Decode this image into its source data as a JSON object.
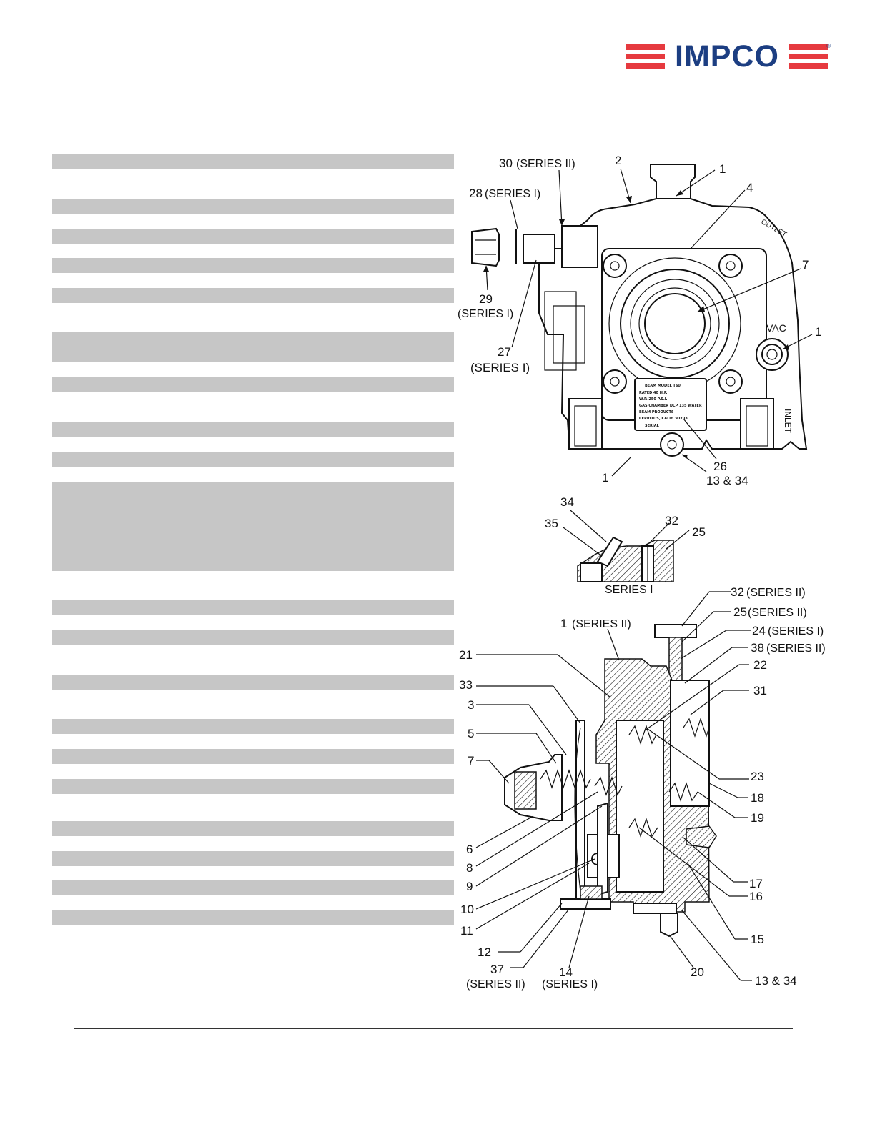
{
  "brand": {
    "logo_text": "IMPCO",
    "registered_mark": "®",
    "accent_color": "#e63a3f",
    "brand_color": "#1c3e82"
  },
  "parts_table": {
    "row_fill": "#c6c6c6",
    "row_count": 20
  },
  "figure": {
    "callouts": {
      "c30_top": "30",
      "c30_top_sub": "(SERIES II)",
      "c2": "2",
      "c1_top": "1",
      "c4": "4",
      "c28": "28",
      "c28_sub": "(SERIES I)",
      "c7_top": "7",
      "c1_right": "1",
      "vac": "VAC",
      "inlet": "INLET",
      "c29": "29",
      "c29_sub": "(SERIES I)",
      "c27": "27",
      "c27_sub": "(SERIES I)",
      "c26": "26",
      "c1_bottom": "1",
      "c13_34_top": "13 & 34",
      "c34_mid": "34",
      "c35": "35",
      "c32_mid": "32",
      "c25_mid": "25",
      "series_i": "SERIES I",
      "c32_ii": "32",
      "c32_ii_sub": "(SERIES II)",
      "c25_ii": "25",
      "c25_ii_sub": "(SERIES II)",
      "c1_ii": "1",
      "c1_ii_sub": "(SERIES II)",
      "c24": "24",
      "c24_sub": "(SERIES I)",
      "c21": "21",
      "c38": "38",
      "c38_sub": "(SERIES II)",
      "c22": "22",
      "c33": "33",
      "c31": "31",
      "c3": "3",
      "c5": "5",
      "c7_side": "7",
      "c23": "23",
      "c18": "18",
      "c19": "19",
      "c6": "6",
      "c8": "8",
      "c9": "9",
      "c10": "10",
      "c11": "11",
      "c17": "17",
      "c16": "16",
      "c15": "15",
      "c12": "12",
      "c37": "37",
      "c37_sub": "(SERIES II)",
      "c14": "14",
      "c14_sub": "(SERIES I)",
      "c20": "20",
      "c13_34_bottom": "13 & 34"
    },
    "nameplate": [
      "BEAM MODEL T60",
      "RATED 40 H.P.",
      "W.P. 250 P.S.I.",
      "GAS CHAMBER DCP 135 WATER",
      "BEAM PRODUCTS",
      "CERRITOS, CALIF. 90703",
      "SERIAL"
    ]
  }
}
